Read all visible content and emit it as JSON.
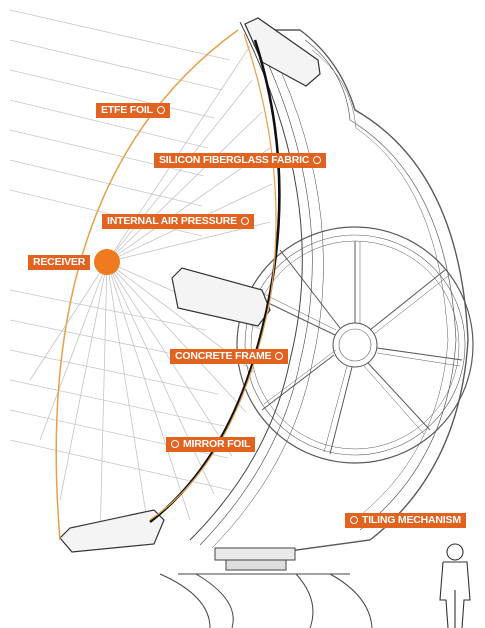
{
  "colors": {
    "accent": "#e2621f",
    "frame_line": "#3a3a3a",
    "membrane": "#e8a04c",
    "ray": "#c4c4c4"
  },
  "labels": {
    "etfe_foil": "ETFE FOIL",
    "silicon_fiberglass_fabric": "SILICON FIBERGLASS FABRIC",
    "internal_air_pressure": "INTERNAL AIR PRESSURE",
    "receiver": "RECEIVER",
    "concrete_frame": "CONCRETE FRAME",
    "mirror_foil": "MIRROR FOIL",
    "tiling_mechanism": "TILING MECHANISM"
  }
}
